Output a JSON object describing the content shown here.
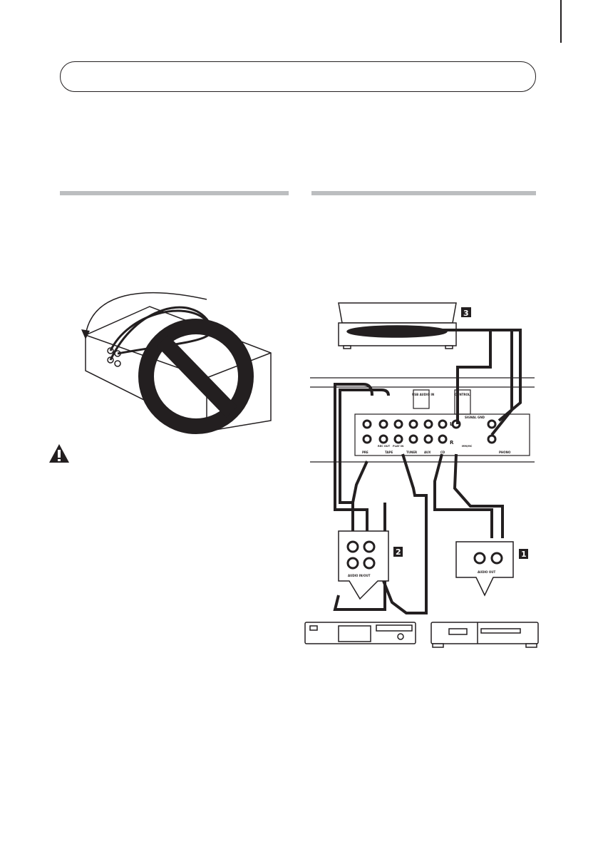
{
  "diagram": {
    "usb_label": "USB AUDIO IN",
    "control_label": "CONTROL",
    "signal_gnd_label": "SIGNAL GND",
    "jack_groups": [
      "PRE",
      "TAPE",
      "TUNER",
      "AUX",
      "CD",
      "PHONO"
    ],
    "rec_out_label": "REC OUT",
    "play_in_label": "PLAY IN",
    "mm_mc_label": "MM/MC",
    "left_label": "L",
    "right_label": "R",
    "audio_in_out_label": "AUDIO IN/OUT",
    "audio_out_label": "AUDIO OUT",
    "steps": [
      "1",
      "2",
      "3"
    ]
  },
  "colors": {
    "ink": "#231f20",
    "rule": "#bcbec0"
  }
}
